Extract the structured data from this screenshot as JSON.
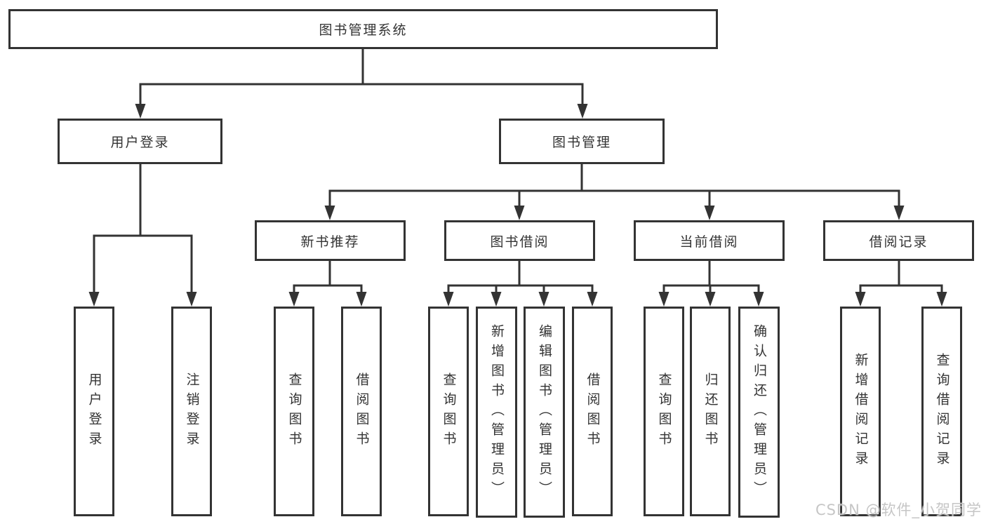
{
  "diagram": {
    "root": {
      "label": "图书管理系统"
    },
    "branches": [
      {
        "label": "用户登录",
        "children": [
          {
            "label": "用户登录"
          },
          {
            "label": "注销登录"
          }
        ]
      },
      {
        "label": "图书管理",
        "children": [
          {
            "label": "新书推荐",
            "children": [
              {
                "label": "查询图书"
              },
              {
                "label": "借阅图书"
              }
            ]
          },
          {
            "label": "图书借阅",
            "children": [
              {
                "label": "查询图书"
              },
              {
                "label": "新增图书（管理员）"
              },
              {
                "label": "编辑图书（管理员）"
              },
              {
                "label": "借阅图书"
              }
            ]
          },
          {
            "label": "当前借阅",
            "children": [
              {
                "label": "查询图书"
              },
              {
                "label": "归还图书"
              },
              {
                "label": "确认归还（管理员）"
              }
            ]
          },
          {
            "label": "借阅记录",
            "children": [
              {
                "label": "新增借阅记录"
              },
              {
                "label": "查询借阅记录"
              }
            ]
          }
        ]
      }
    ]
  },
  "watermark": {
    "text": "CSDN @软件_小贺同学"
  },
  "colors": {
    "line": "#333333",
    "text": "#333333",
    "background": "#ffffff",
    "watermark": "#c3c3c3"
  }
}
